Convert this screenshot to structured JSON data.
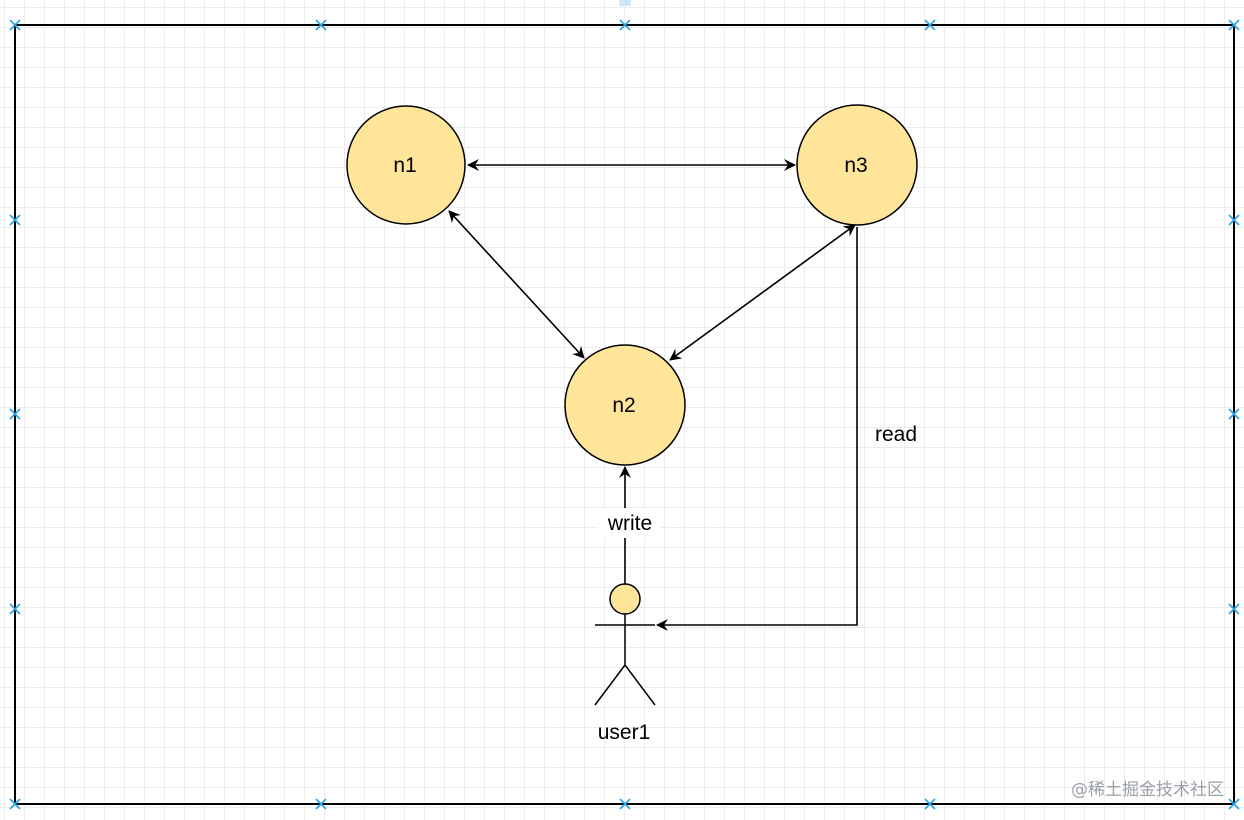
{
  "diagram": {
    "nodes": [
      {
        "id": "n1",
        "label": "n1"
      },
      {
        "id": "n2",
        "label": "n2"
      },
      {
        "id": "n3",
        "label": "n3"
      }
    ],
    "actor": {
      "label": "user1"
    },
    "edges": {
      "write_label": "write",
      "read_label": "read"
    },
    "colors": {
      "node_fill": "#ffe599",
      "stroke": "#000000",
      "selection_handle": "#29a3e6",
      "grid": "#ececec"
    }
  },
  "watermark": "@稀土掘金技术社区"
}
